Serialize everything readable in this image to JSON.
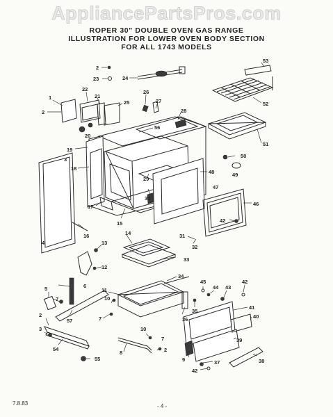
{
  "watermark": "AppliancePartsPros.com",
  "header": {
    "line1": "ROPER 30\" DOUBLE OVEN GAS RANGE",
    "line2": "ILLUSTRATION FOR LOWER OVEN BODY SECTION",
    "line3": "FOR ALL 1743 MODELS"
  },
  "footer": {
    "date": "7.8.83",
    "page": "- 4 -"
  },
  "callouts": [
    "1",
    "2",
    "3",
    "4",
    "5",
    "6",
    "7",
    "8",
    "9",
    "10",
    "11",
    "12",
    "13",
    "14",
    "15",
    "16",
    "17",
    "18",
    "19",
    "20",
    "21",
    "22",
    "23",
    "24",
    "25",
    "26",
    "27",
    "28",
    "29",
    "30",
    "31",
    "32",
    "33",
    "34",
    "35",
    "36",
    "37",
    "38",
    "39",
    "40",
    "41",
    "42",
    "43",
    "44",
    "45",
    "46",
    "47",
    "48",
    "49",
    "50",
    "51",
    "52",
    "53",
    "54",
    "55",
    "56",
    "57"
  ]
}
